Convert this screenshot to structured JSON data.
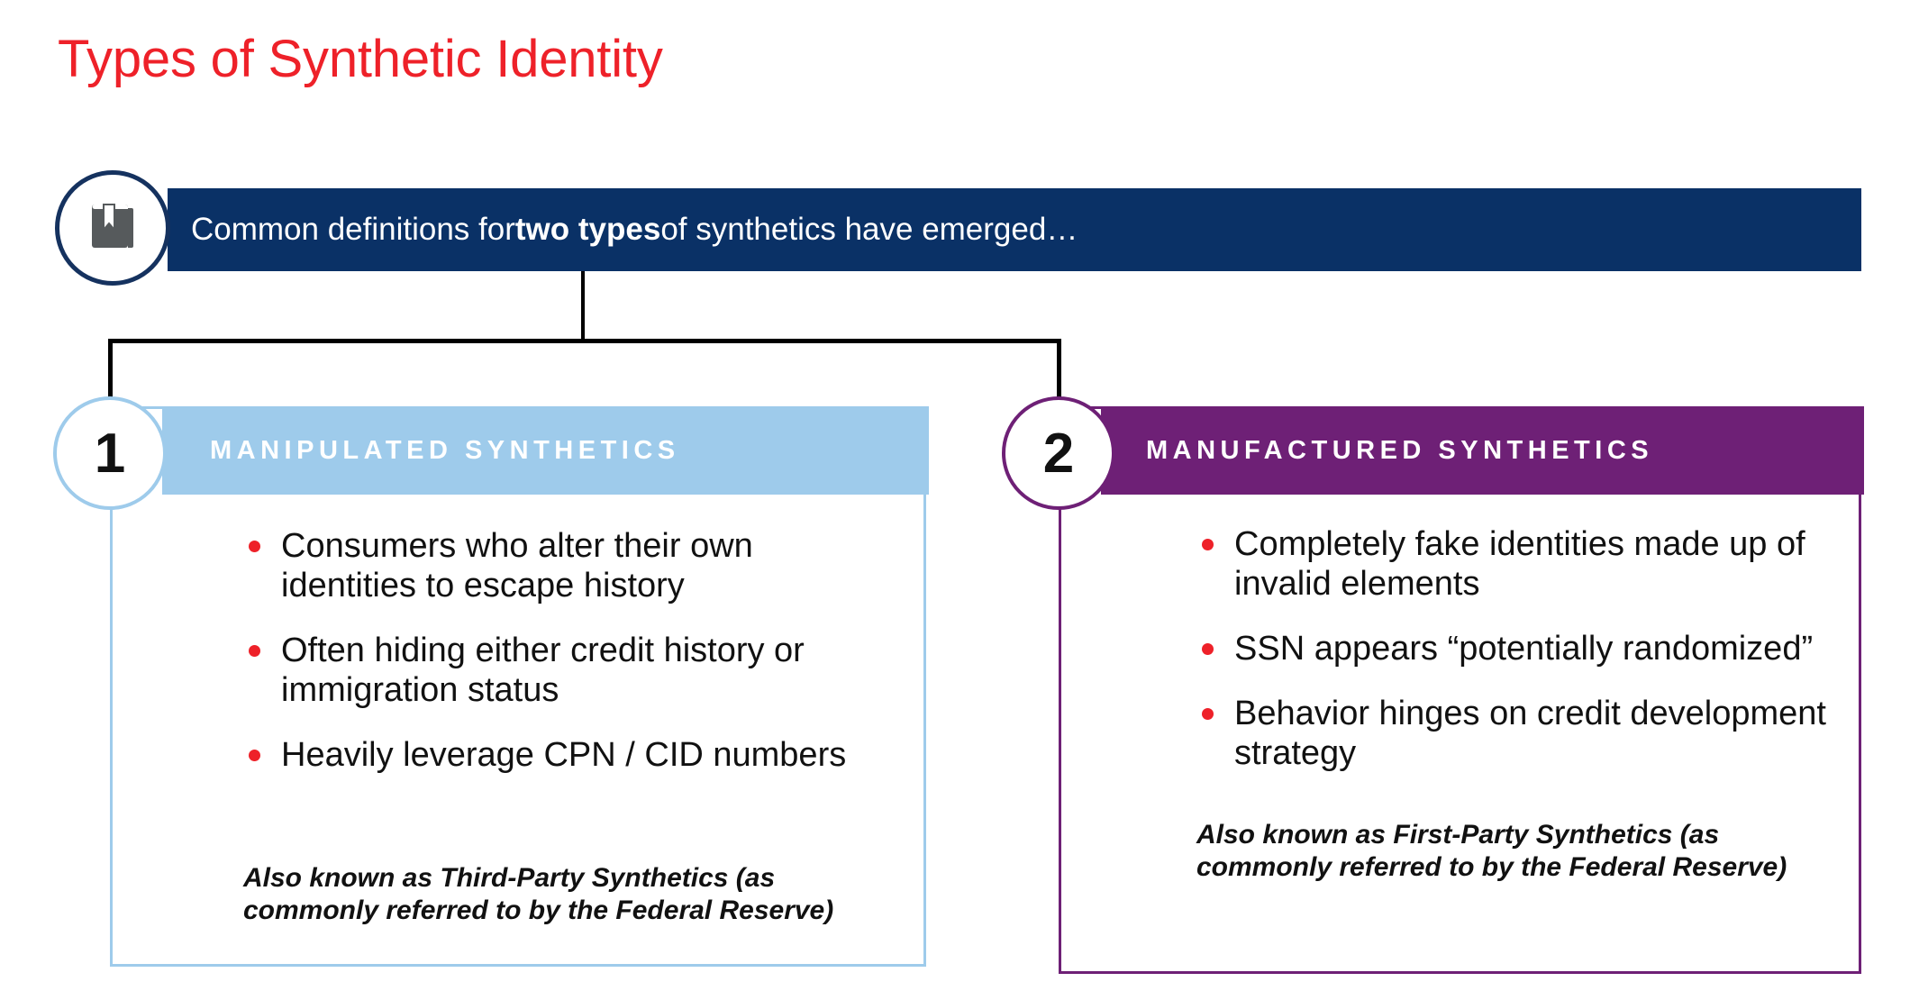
{
  "page": {
    "title": "Types of Synthetic Identity",
    "title_color": "#ee2129"
  },
  "banner": {
    "icon": "book-icon",
    "text_before_bold": "Common definitions for ",
    "bold_text": "two types",
    "text_after_bold": " of synthetics have emerged…",
    "background_color": "#0a3166",
    "badge_border_color": "#15325f"
  },
  "cards": [
    {
      "number": "1",
      "header_label": "MANIPULATED SYNTHETICS",
      "accent_color": "#9ecbeb",
      "bullets": [
        "Consumers who alter their own identities to escape history",
        "Often hiding either credit history or immigration status",
        "Heavily leverage CPN / CID numbers"
      ],
      "footnote": "Also known as Third-Party Synthetics (as commonly referred to by the Federal Reserve)"
    },
    {
      "number": "2",
      "header_label": "MANUFACTURED SYNTHETICS",
      "accent_color": "#6e2076",
      "bullets": [
        "Completely fake identities made up of invalid elements",
        "SSN appears “potentially randomized”",
        "Behavior hinges on credit development strategy"
      ],
      "footnote": "Also known as First-Party Synthetics (as commonly referred to by the Federal Reserve)"
    }
  ],
  "colors": {
    "bullet_marker": "#ee2129",
    "body_text": "#111111",
    "page_background": "#ffffff"
  }
}
